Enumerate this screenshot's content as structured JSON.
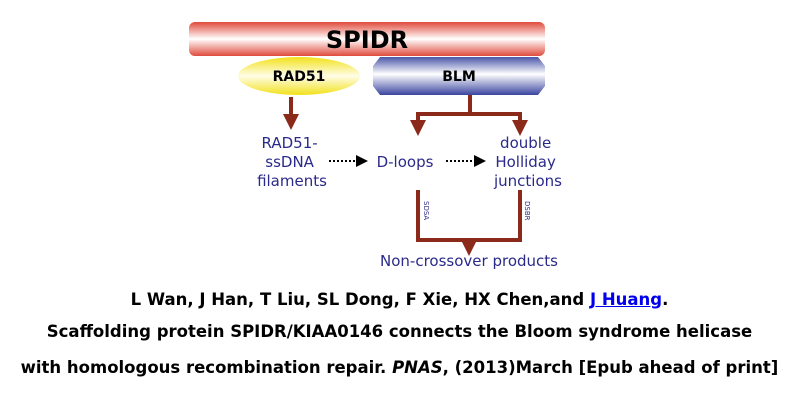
{
  "diagram": {
    "spidr": "SPIDR",
    "rad51": "RAD51",
    "blm": "BLM",
    "filaments": [
      "RAD51-",
      "ssDNA",
      "filaments"
    ],
    "dloops": "D-loops",
    "junctions": [
      "double",
      "Holliday",
      "junctions"
    ],
    "sdsa": "SDSA",
    "dsbr": "DSBR",
    "products": "Non-crossover products"
  },
  "citation": {
    "authors": "L Wan, J Han, T Liu, SL Dong, F Xie, HX Chen,and ",
    "author_link": "J Huang",
    "authors_end": ".",
    "title": "Scaffolding protein SPIDR/KIAA0146 connects the Bloom syndrome helicase",
    "line3_start": "with homologous recombination repair. ",
    "journal": "PNAS",
    "line3_end": ", (2013)March [Epub ahead of print]"
  },
  "colors": {
    "arrow": "#8b2a1a",
    "text": "#2a2a8a",
    "spidr": "#e8574a",
    "rad51": "#f2e11a",
    "blm": "#4a55a8",
    "link": "#0000ee"
  }
}
